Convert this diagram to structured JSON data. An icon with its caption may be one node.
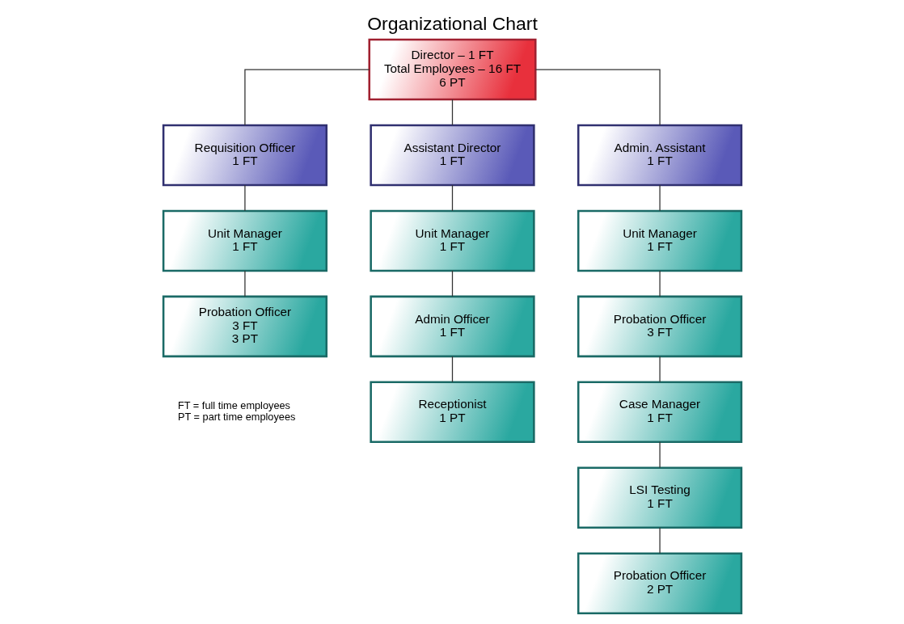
{
  "diagram": {
    "title": "Organizational Chart",
    "nodes": [
      {
        "text": [
          "Director – 1 FT",
          "Total Employees – 16 FT",
          "6 PT"
        ]
      },
      {
        "text": [
          "Requisition Officer",
          "1 FT"
        ]
      },
      {
        "text": [
          "Assistant Director",
          "1 FT"
        ]
      },
      {
        "text": [
          "Admin. Assistant",
          "1 FT"
        ]
      },
      {
        "text": [
          "Unit Manager",
          "1 FT"
        ]
      },
      {
        "text": [
          "Probation Officer",
          "3 FT",
          "3 PT"
        ]
      },
      {
        "text": [
          "Unit Manager",
          "1 FT"
        ]
      },
      {
        "text": [
          "Admin Officer",
          "1 FT"
        ]
      },
      {
        "text": [
          "Receptionist",
          "1 PT"
        ]
      },
      {
        "text": [
          "Unit Manager",
          "1 FT"
        ]
      },
      {
        "text": [
          "Probation Officer",
          "3 FT"
        ]
      },
      {
        "text": [
          "Case Manager",
          "1 FT"
        ]
      },
      {
        "text": [
          "LSI Testing",
          "1 FT"
        ]
      },
      {
        "text": [
          "Probation Officer",
          "2 PT"
        ]
      }
    ],
    "edges": [
      {
        "from": 0,
        "to": 1,
        "arrow": "none"
      },
      {
        "from": 0,
        "to": 2,
        "arrow": "none"
      },
      {
        "from": 0,
        "to": 3,
        "arrow": "none"
      },
      {
        "from": 1,
        "to": 4,
        "arrow": "none"
      },
      {
        "from": 4,
        "to": 5,
        "arrow": "none"
      },
      {
        "from": 2,
        "to": 6,
        "arrow": "none"
      },
      {
        "from": 6,
        "to": 7,
        "arrow": "none"
      },
      {
        "from": 7,
        "to": 8,
        "arrow": "none"
      },
      {
        "from": 3,
        "to": 9,
        "arrow": "none"
      },
      {
        "from": 9,
        "to": 10,
        "arrow": "none"
      },
      {
        "from": 10,
        "to": 11,
        "arrow": "none"
      },
      {
        "from": 11,
        "to": 12,
        "arrow": "none"
      },
      {
        "from": 12,
        "to": 13,
        "arrow": "none"
      }
    ],
    "labels": [
      "FT = full time employees",
      "PT = part time employees"
    ]
  }
}
